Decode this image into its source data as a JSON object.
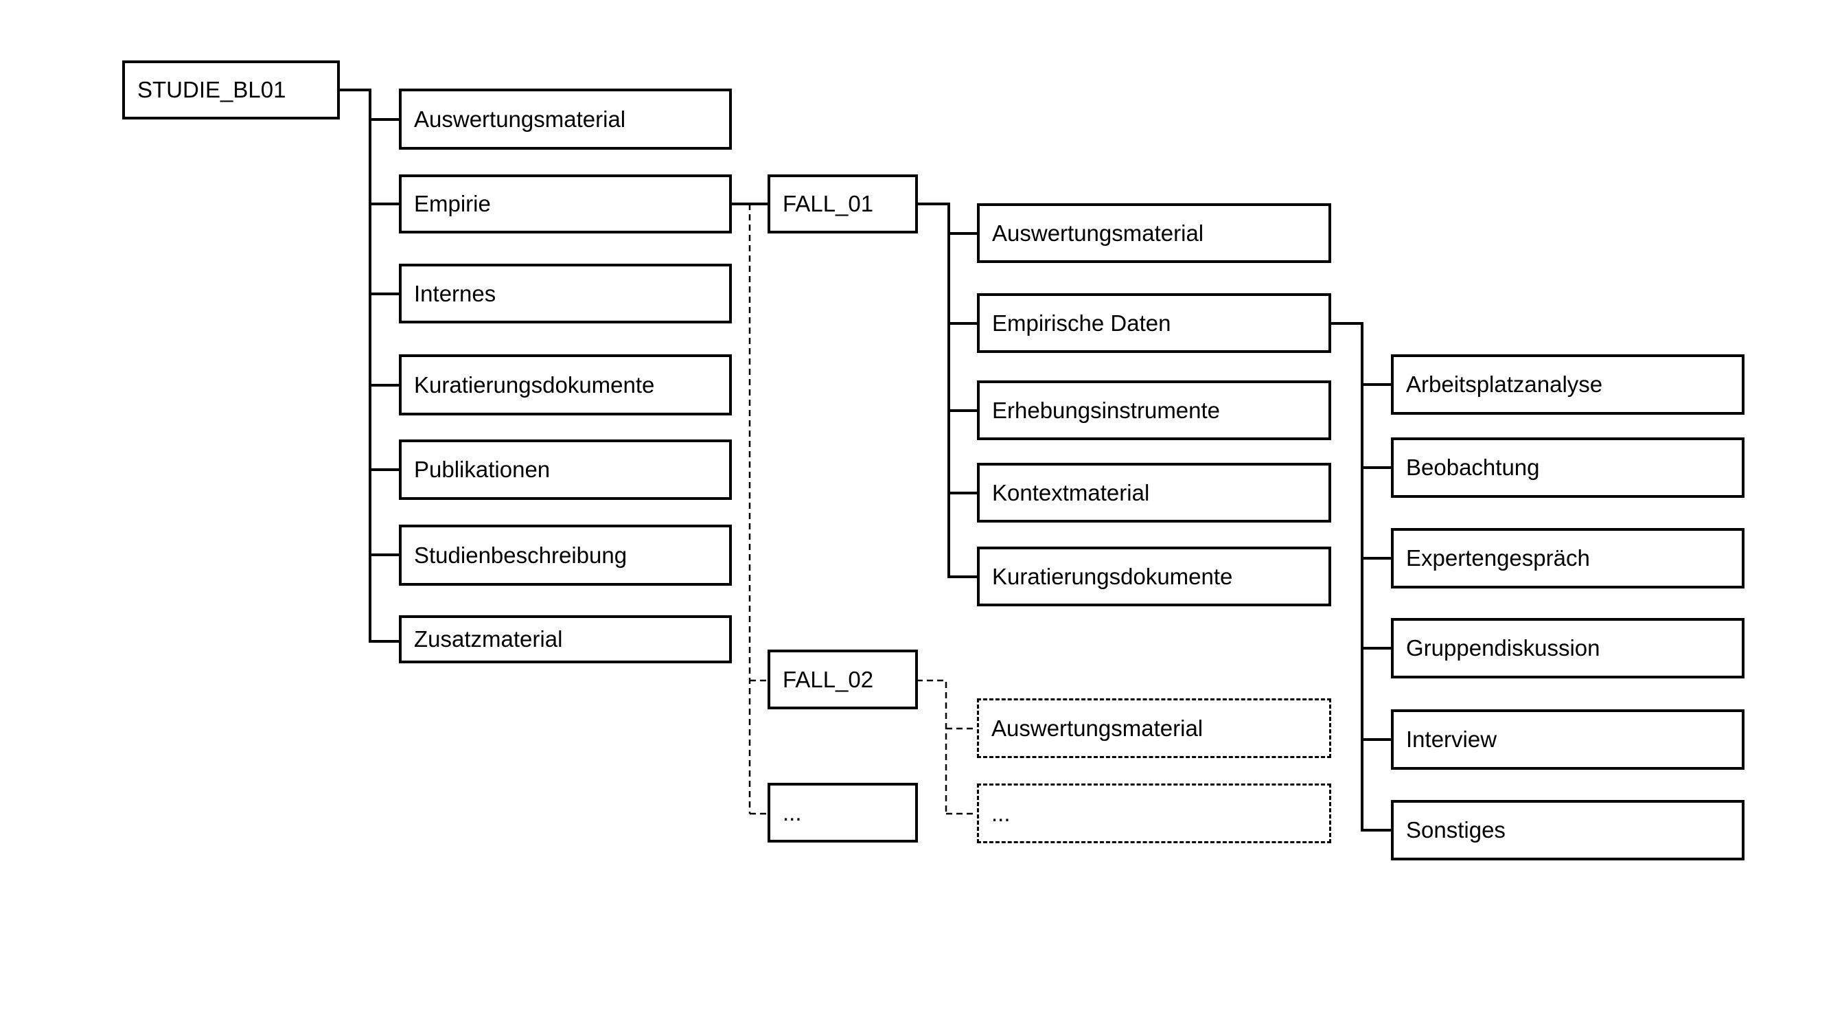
{
  "diagram": {
    "root": {
      "label": "STUDIE_BL01"
    },
    "level1": [
      {
        "label": "Auswertungsmaterial"
      },
      {
        "label": "Empirie"
      },
      {
        "label": "Internes"
      },
      {
        "label": "Kuratierungsdokumente"
      },
      {
        "label": "Publikationen"
      },
      {
        "label": "Studienbeschreibung"
      },
      {
        "label": "Zusatzmaterial"
      }
    ],
    "cases": [
      {
        "label": "FALL_01"
      },
      {
        "label": "FALL_02"
      },
      {
        "label": "..."
      }
    ],
    "fall01_children": [
      {
        "label": "Auswertungsmaterial"
      },
      {
        "label": "Empirische Daten"
      },
      {
        "label": "Erhebungsinstrumente"
      },
      {
        "label": "Kontextmaterial"
      },
      {
        "label": "Kuratierungsdokumente"
      }
    ],
    "fall02_children": [
      {
        "label": "Auswertungsmaterial"
      },
      {
        "label": "..."
      }
    ],
    "empirische_daten_children": [
      {
        "label": "Arbeitsplatzanalyse"
      },
      {
        "label": "Beobachtung"
      },
      {
        "label": "Expertengespräch"
      },
      {
        "label": "Gruppendiskussion"
      },
      {
        "label": "Interview"
      },
      {
        "label": "Sonstiges"
      }
    ],
    "colors": {
      "line": "#000000",
      "box_fill": "#ffffff"
    }
  }
}
